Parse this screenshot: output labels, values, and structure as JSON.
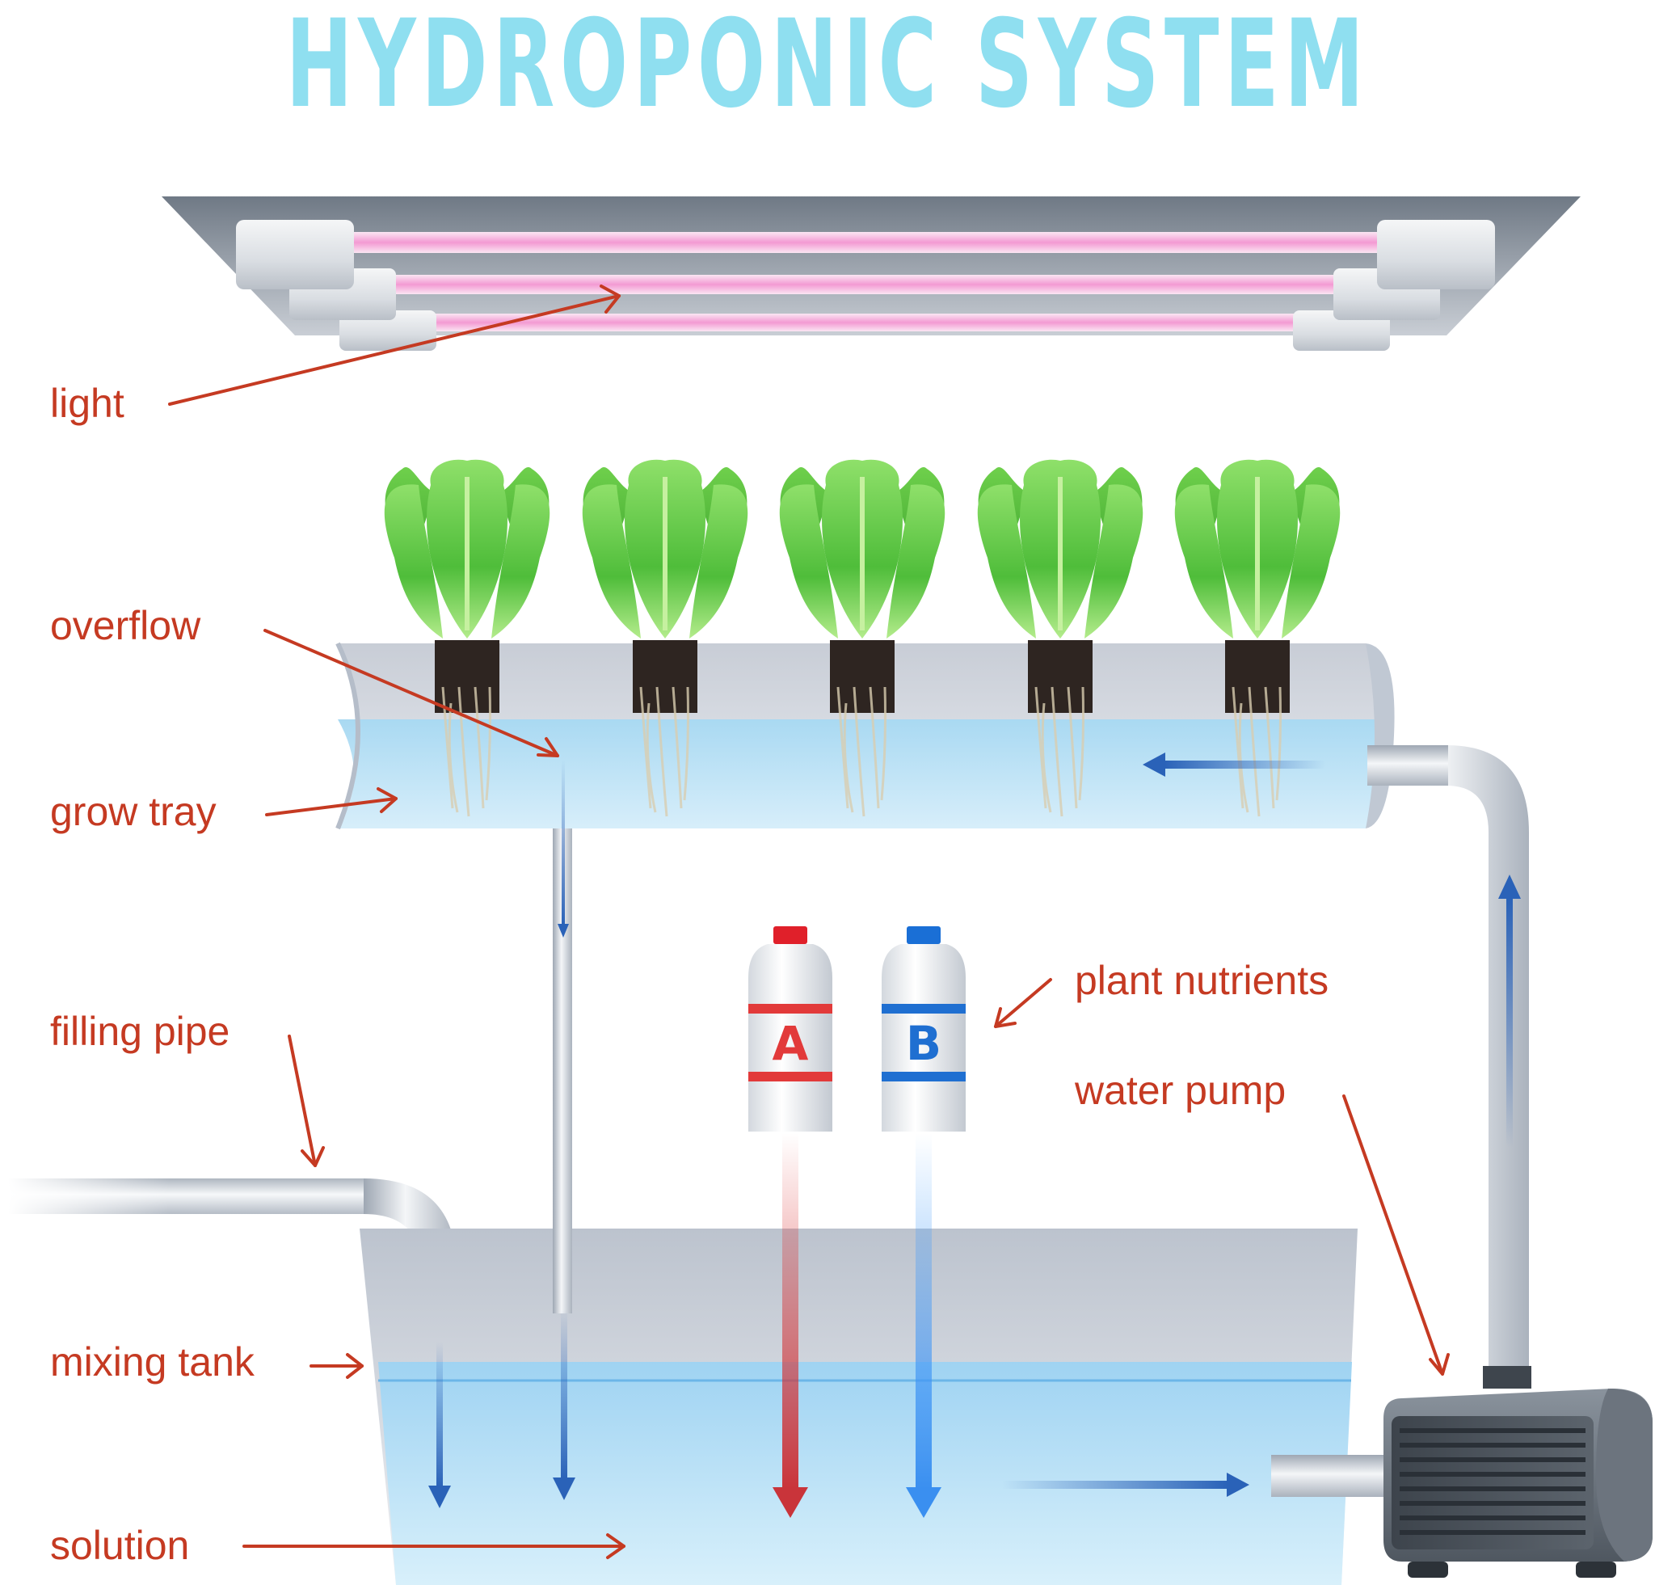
{
  "title": "HYDROPONIC SYSTEM",
  "labels": {
    "light": "light",
    "overflow": "overflow",
    "grow_tray": "grow tray",
    "filling_pipe": "filling pipe",
    "mixing_tank": "mixing tank",
    "solution": "solution",
    "plant_nutrients": "plant nutrients",
    "water_pump": "water pump"
  },
  "bottles": {
    "a": "A",
    "b": "B"
  },
  "colors": {
    "title": "#8fdff0",
    "label": "#c53a22",
    "flow": "#2a62b8",
    "nutrient_a": "#e23a3a",
    "nutrient_b": "#1f6fd1",
    "leaf": "#5cc843"
  }
}
